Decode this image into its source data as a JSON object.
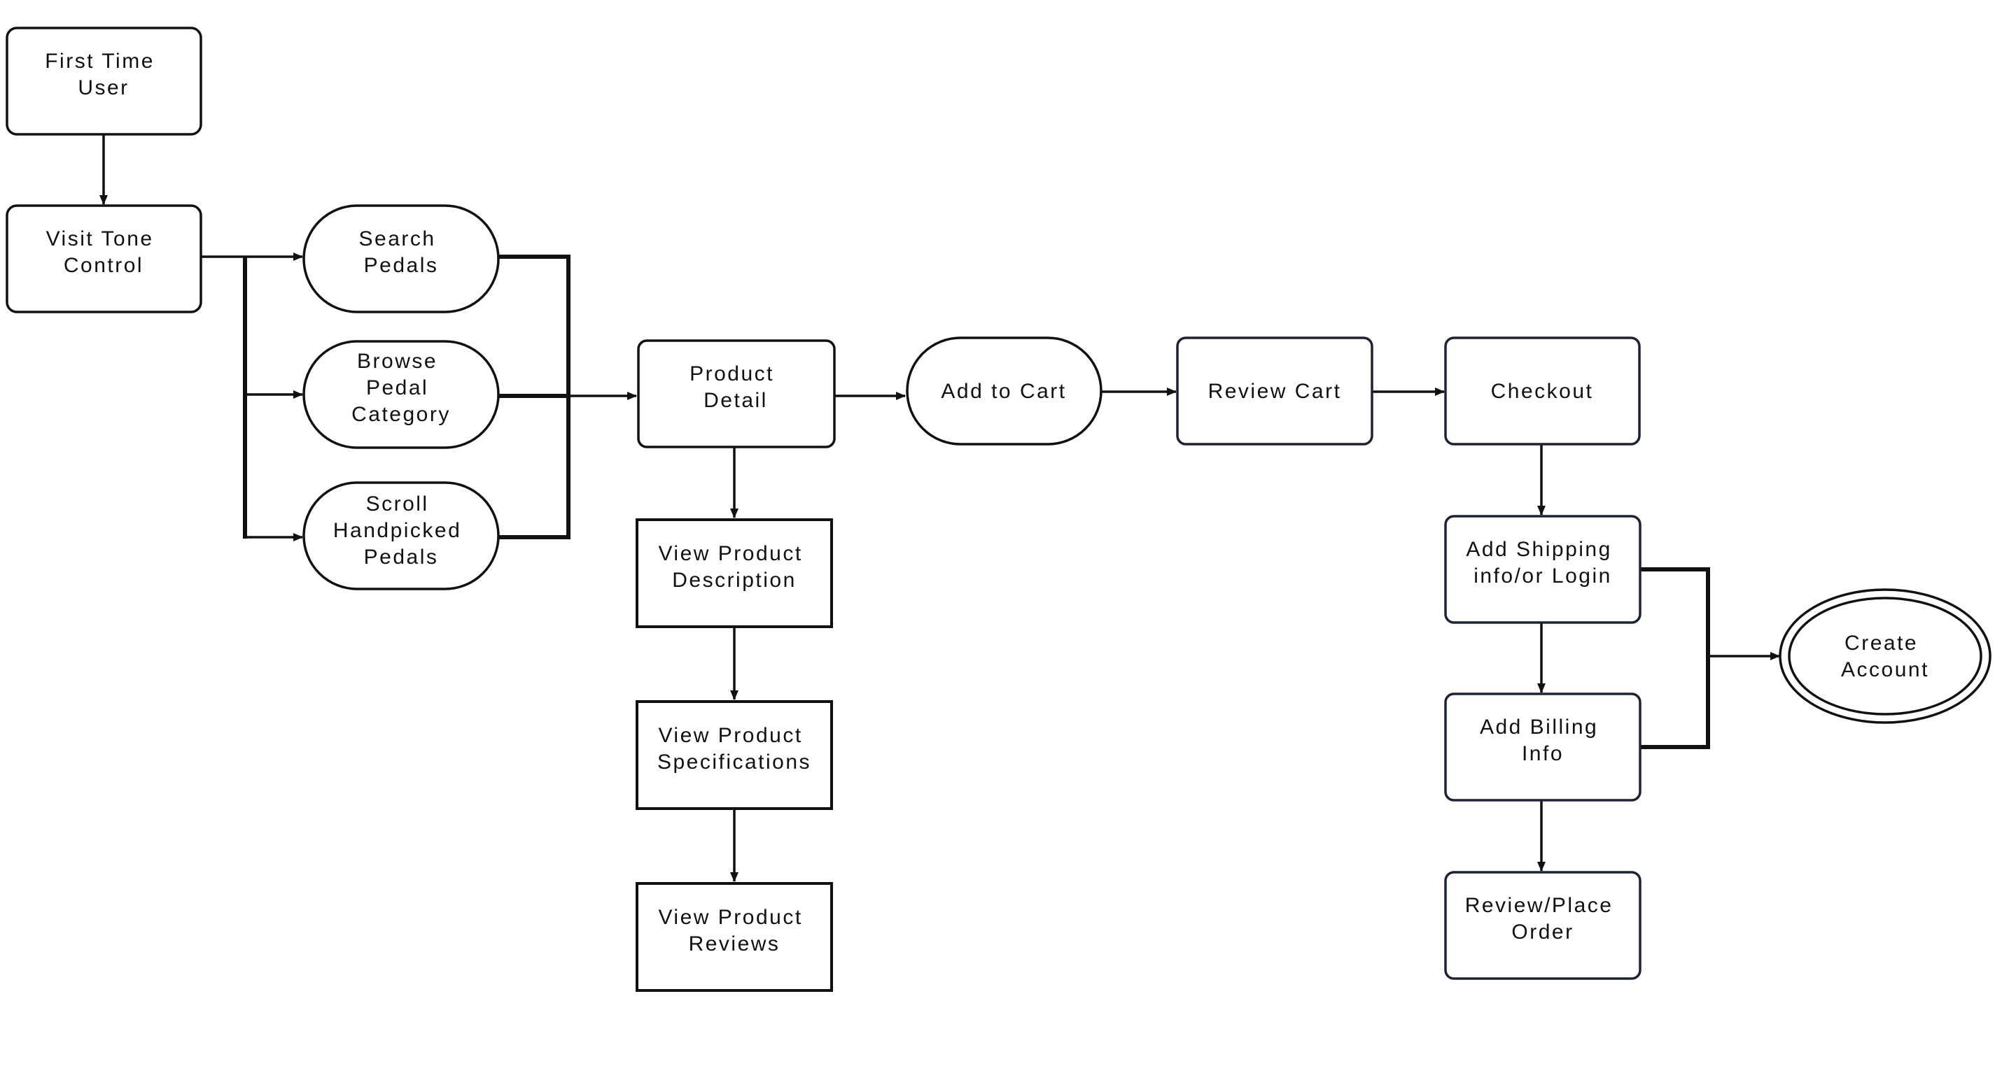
{
  "nodes": {
    "first_time_user": [
      "First Time",
      "User"
    ],
    "visit_tone_control": [
      "Visit Tone",
      "Control"
    ],
    "search_pedals": [
      "Search",
      "Pedals"
    ],
    "browse_pedal_category": [
      "Browse",
      "Pedal",
      "Category"
    ],
    "scroll_handpicked_pedals": [
      "Scroll",
      "Handpicked",
      "Pedals"
    ],
    "product_detail": [
      "Product",
      "Detail"
    ],
    "view_product_description": [
      "View Product",
      "Description"
    ],
    "view_product_specifications": [
      "View Product",
      "Specifications"
    ],
    "view_product_reviews": [
      "View Product",
      "Reviews"
    ],
    "add_to_cart": [
      "Add to Cart"
    ],
    "review_cart": [
      "Review Cart"
    ],
    "checkout": [
      "Checkout"
    ],
    "add_shipping_info": [
      "Add Shipping",
      "info/or Login"
    ],
    "add_billing_info": [
      "Add Billing",
      "Info"
    ],
    "review_place_order": [
      "Review/Place",
      "Order"
    ],
    "create_account": [
      "Create",
      "Account"
    ]
  },
  "colors": {
    "stroke": "#111111",
    "navy_stroke": "#1e2235",
    "background": "#ffffff"
  }
}
